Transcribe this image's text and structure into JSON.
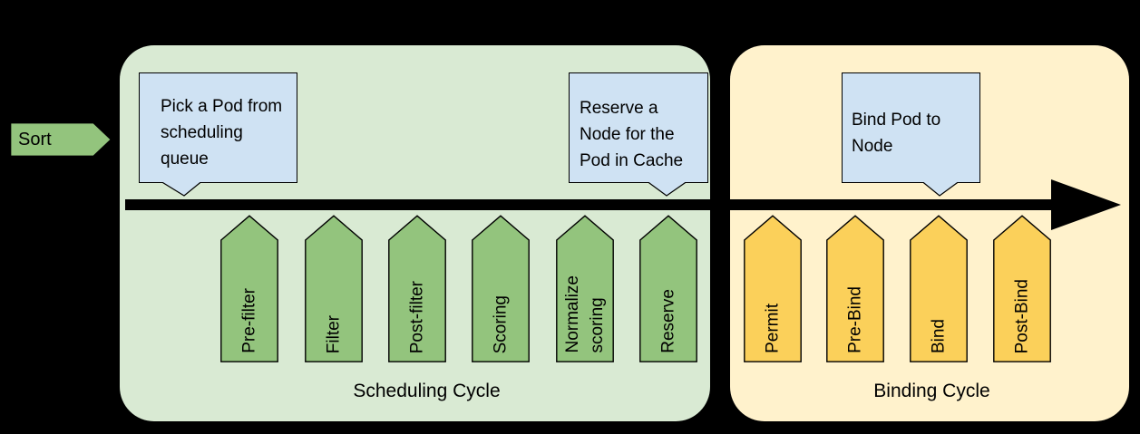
{
  "colors": {
    "background": "#000000",
    "green-panel": "#D9EAD3",
    "green-arrow": "#93C47D",
    "yellow-panel": "#FFF2CC",
    "yellow-arrow": "#FBD05A",
    "callout-blue": "#CFE2F3",
    "timeline-black": "#000000",
    "text": "#000000"
  },
  "sort": {
    "label": "Sort"
  },
  "scheduling_cycle": {
    "title": "Scheduling Cycle",
    "callout_pick_pod": "Pick a Pod from\nscheduling\nqueue",
    "callout_reserve": "Reserve a\nNode for the\nPod in Cache",
    "stages": [
      "Pre-filter",
      "Filter",
      "Post-filter",
      "Scoring",
      "Normalize\nscoring",
      "Reserve"
    ]
  },
  "binding_cycle": {
    "title": "Binding Cycle",
    "callout_bind": "Bind Pod to\nNode",
    "stages": [
      "Permit",
      "Pre-Bind",
      "Bind",
      "Post-Bind"
    ]
  }
}
